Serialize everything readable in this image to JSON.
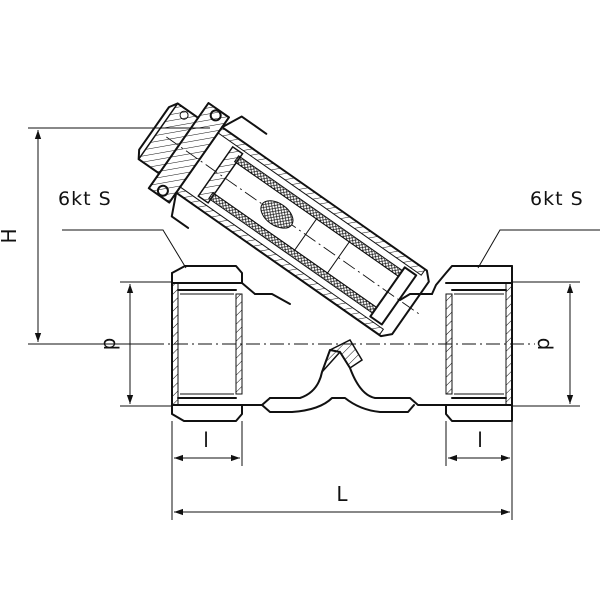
{
  "labels": {
    "hex_left": "6kt S",
    "hex_right": "6kt S",
    "height": "H",
    "diameter_left": "d",
    "diameter_right": "d",
    "thread_left": "l",
    "thread_right": "l",
    "length": "L"
  }
}
